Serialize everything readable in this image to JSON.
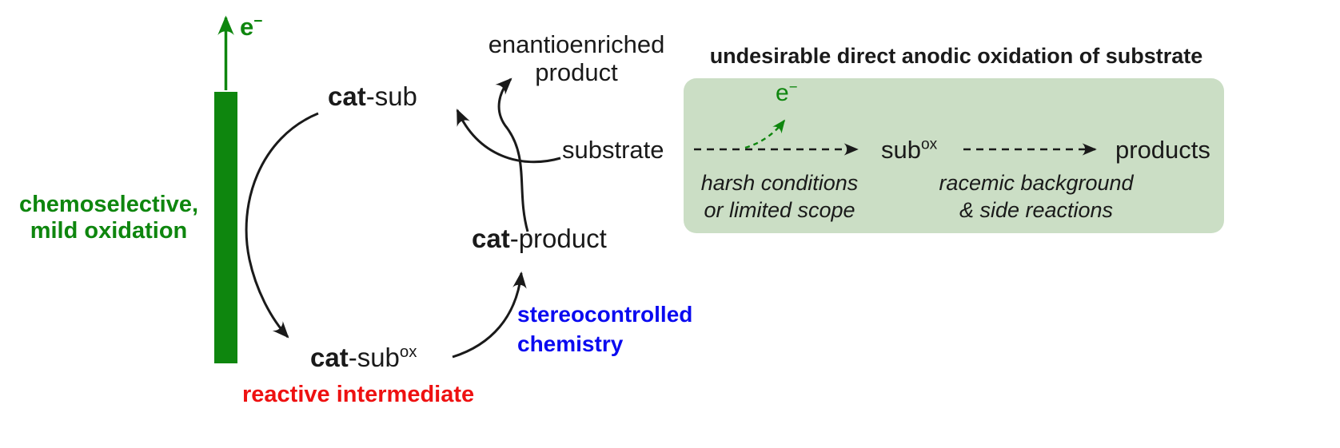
{
  "colors": {
    "green": "#0e860e",
    "panel_green": "#cbdec5",
    "blue": "#0a0af0",
    "red": "#ee1111",
    "text": "#1a1a1a"
  },
  "electrode": {
    "electron": "e",
    "electron_sup": "−",
    "caption_line1": "chemoselective,",
    "caption_line2": "mild oxidation"
  },
  "cycle": {
    "cat_sub_bold": "cat",
    "cat_sub_rest": "-sub",
    "cat_sub_ox_bold": "cat",
    "cat_sub_ox_rest": "-sub",
    "cat_sub_ox_sup": "ox",
    "cat_product_bold": "cat",
    "cat_product_rest": "-product",
    "reactive_intermediate": "reactive intermediate",
    "stereo_line1": "stereocontrolled",
    "stereo_line2": "chemistry",
    "enantio_line1": "enantioenriched",
    "enantio_line2": "product",
    "substrate": "substrate"
  },
  "panel": {
    "title": "undesirable direct anodic oxidation of substrate",
    "electron": "e",
    "electron_sup": "−",
    "sub_ox_base": "sub",
    "sub_ox_sup": "ox",
    "products": "products",
    "harsh_line1": "harsh conditions",
    "harsh_line2": "or limited scope",
    "racemic_line1": "racemic background",
    "racemic_line2": "& side reactions"
  }
}
